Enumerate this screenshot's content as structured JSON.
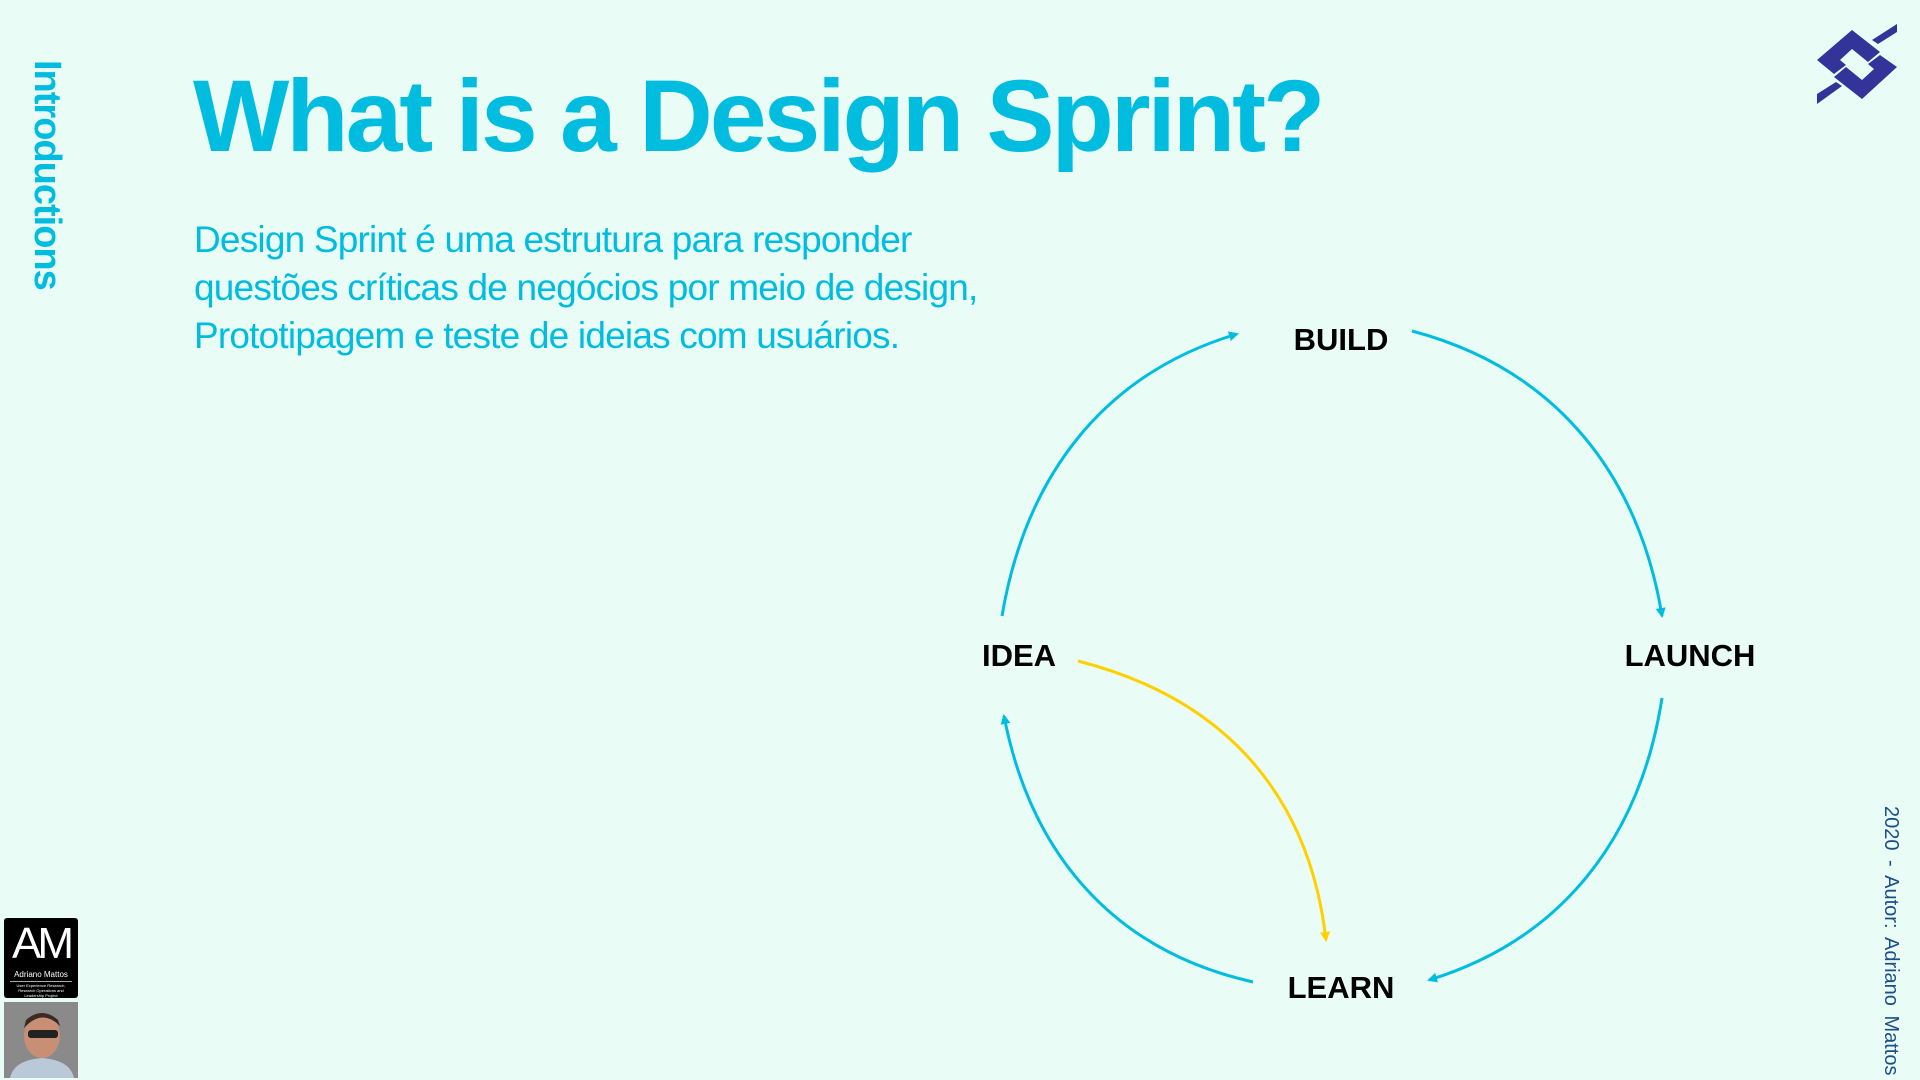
{
  "section_label": "Introductions",
  "title": "What is a Design Sprint?",
  "description": [
    "Design Sprint é uma estrutura para responder",
    "questões críticas de negócios por meio de design,",
    "Prototipagem e teste de ideias com usuários."
  ],
  "cycle": {
    "build": "BUILD",
    "launch": "LAUNCH",
    "learn": "LEARN",
    "idea": "IDEA"
  },
  "footer": "2020 - Autor: Adriano Mattos",
  "author_card": {
    "monogram": "AM",
    "name": "Adriano Mattos",
    "subtitle": "User Experience Research, Research Operations and Leadership Project"
  },
  "colors": {
    "accent": "#00bde0",
    "highlight": "#ffd000",
    "footer": "#1a4f8a",
    "logo": "#33339a"
  }
}
